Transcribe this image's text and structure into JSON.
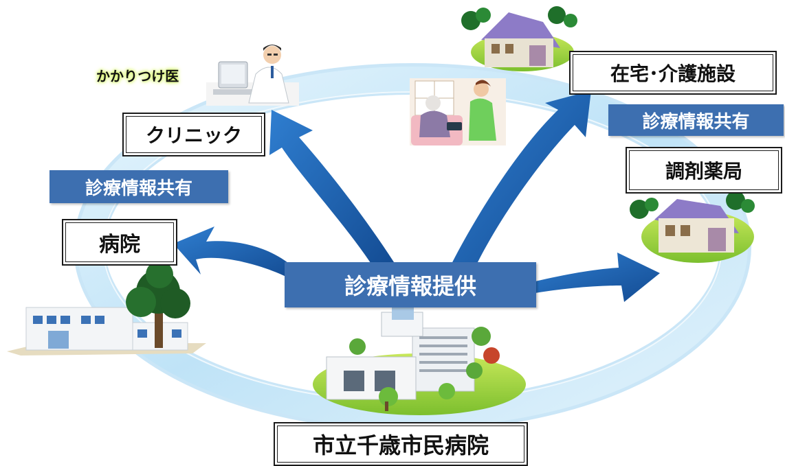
{
  "labels": {
    "kakaritsuke": "かかりつけ医",
    "clinic": "クリニック",
    "share_left": "診療情報共有",
    "hospital": "病院",
    "provide": "診療情報提供",
    "homecare": "在宅･介護施設",
    "share_right": "診療情報共有",
    "pharmacy": "調剤薬局",
    "city_hospital": "市立千歳市民病院"
  },
  "colors": {
    "arrow": "#1f5fae",
    "pill": "#3d6fb0",
    "ring": "#bfe3f7",
    "highlight": "#d6f36a"
  },
  "icons": [
    "doctor-icon",
    "elder-care-icon",
    "house-icon",
    "clinic-building-icon",
    "tree-icon",
    "hospital-building-icon"
  ]
}
